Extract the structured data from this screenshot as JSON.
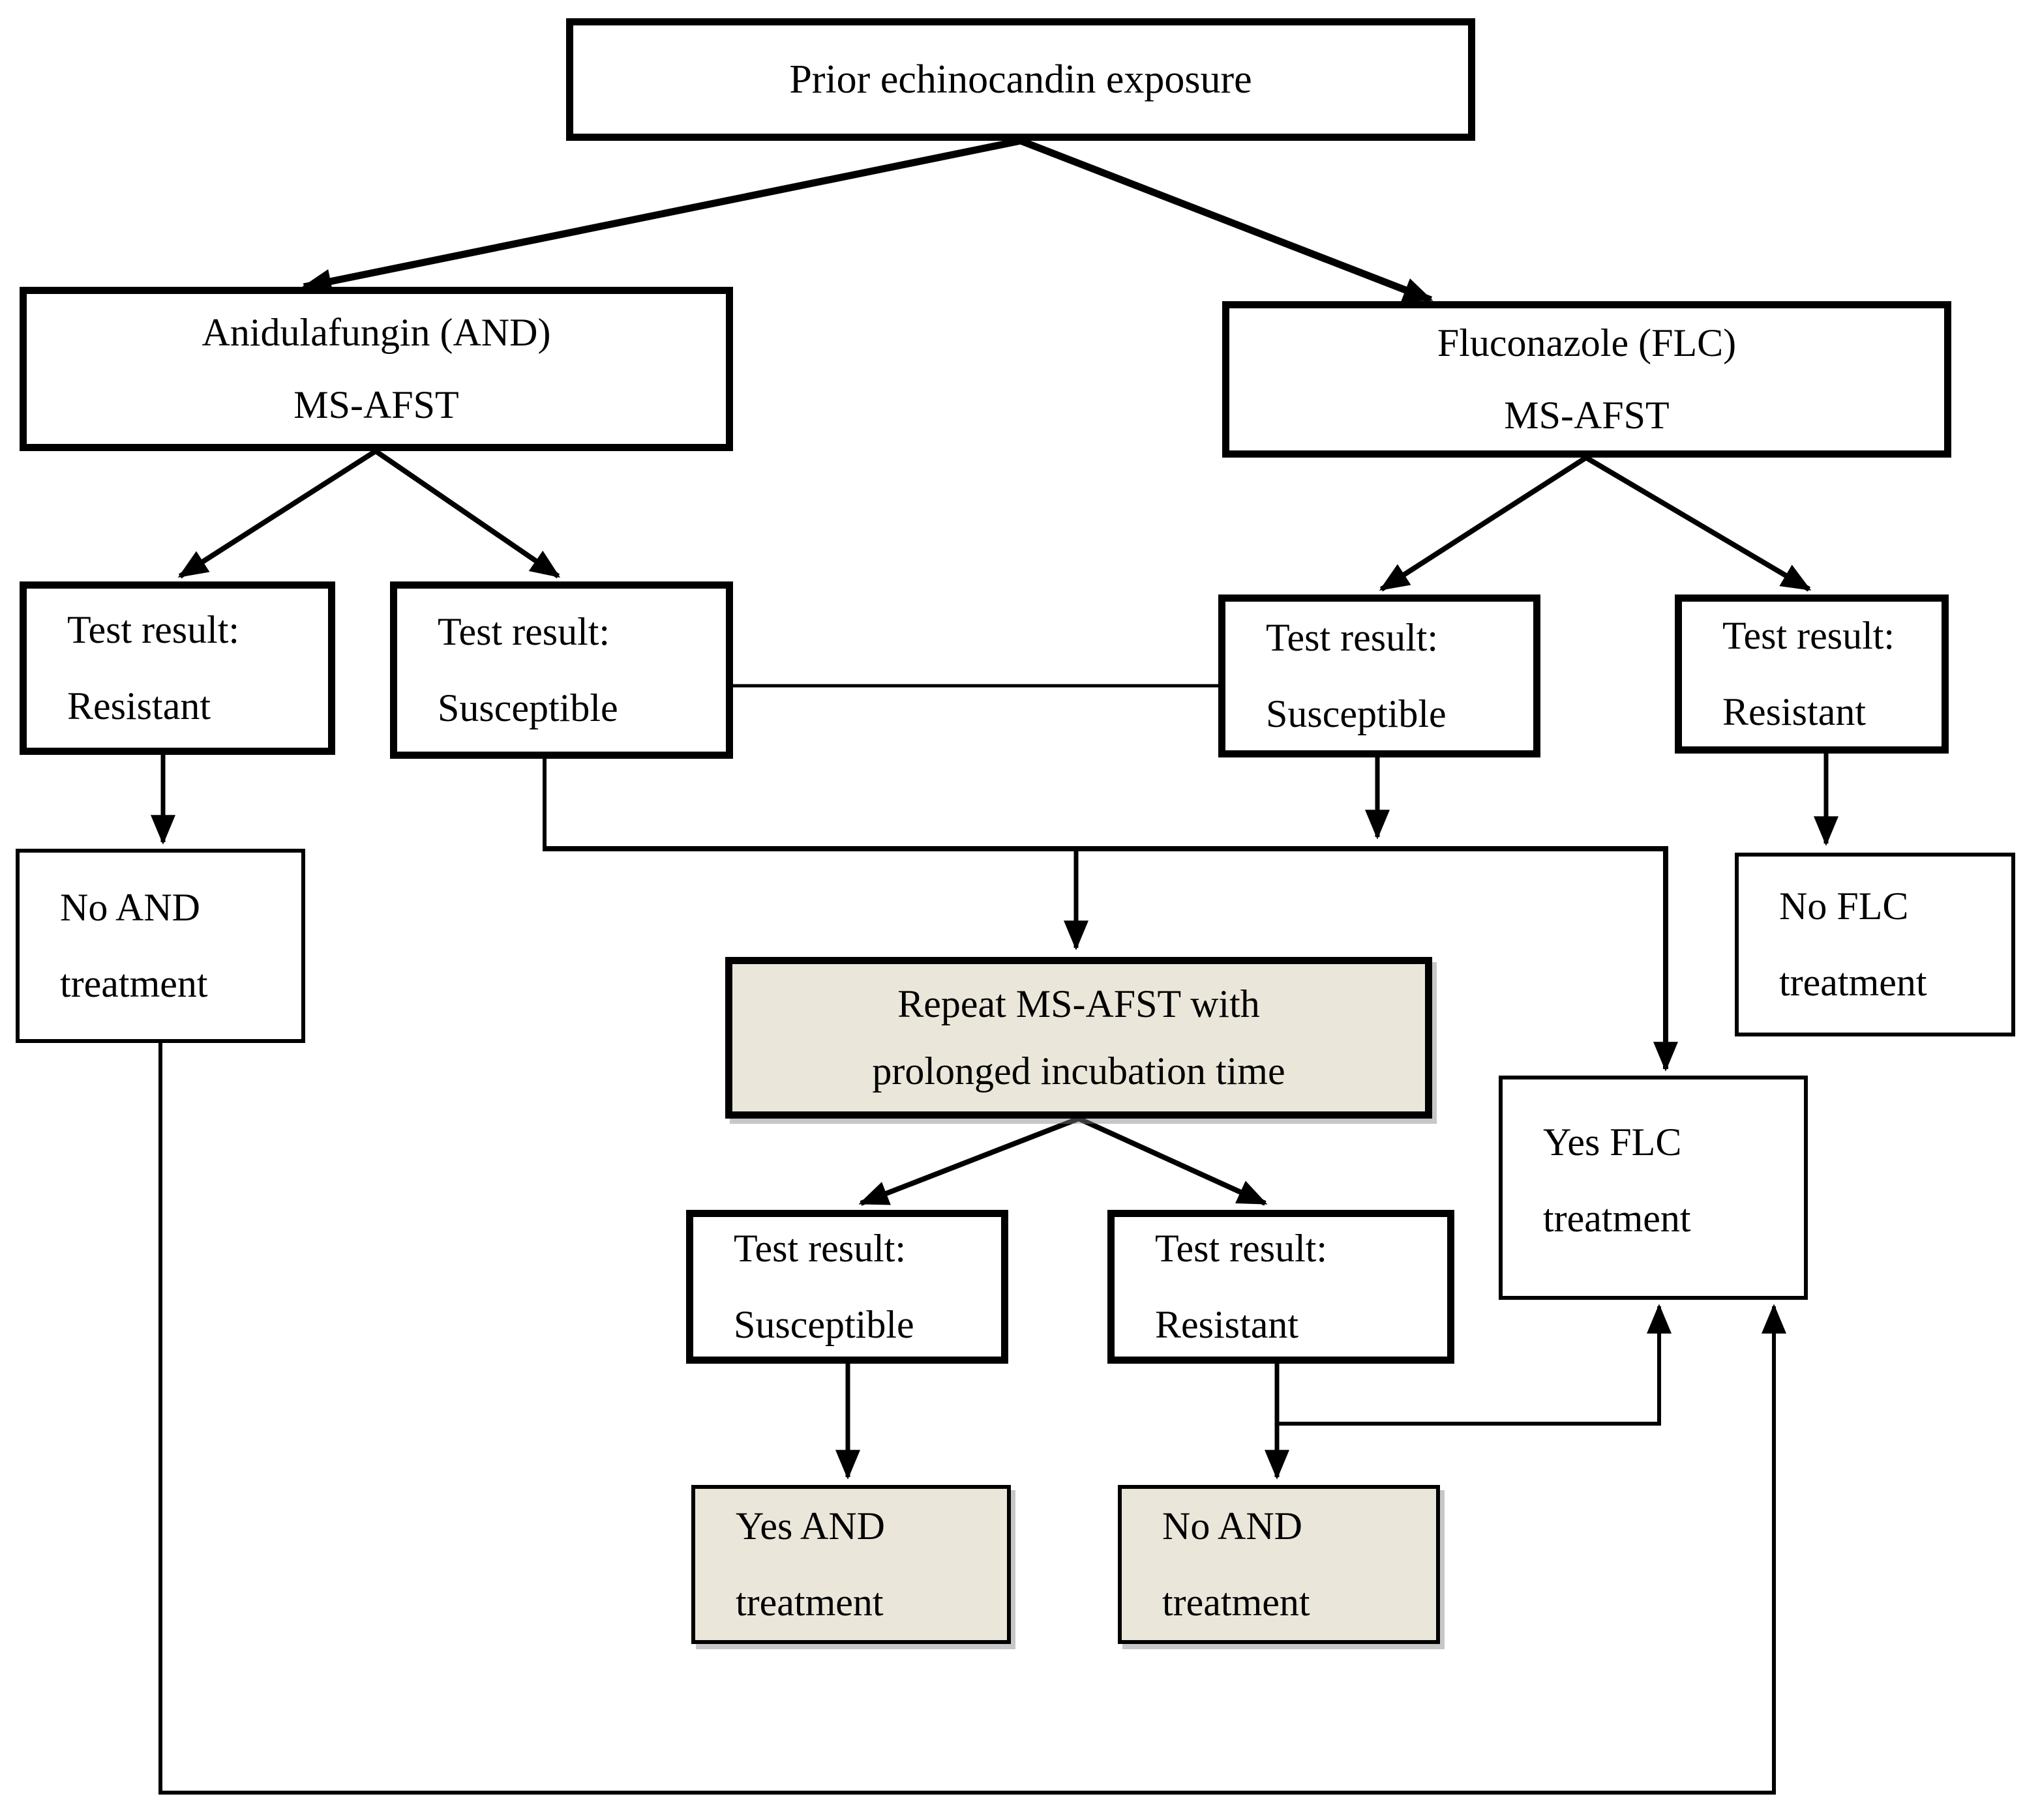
{
  "diagram": {
    "type": "flowchart",
    "topic": "MS-AFST antifungal susceptibility testing decision tree after prior echinocandin exposure",
    "colors": {
      "background": "#ffffff",
      "box_border": "#000000",
      "shaded_fill": "#eae6d9",
      "line": "#000000",
      "text": "#000000"
    },
    "nodes": {
      "prior_exposure": {
        "label": "Prior echinocandin exposure",
        "shaded": false
      },
      "and_msafst": {
        "label": "Anidulafungin (AND)\nMS-AFST",
        "shaded": false
      },
      "flc_msafst": {
        "label": "Fluconazole (FLC)\nMS-AFST",
        "shaded": false
      },
      "and_result_resistant": {
        "label": "Test result:\nResistant",
        "shaded": false
      },
      "and_result_susceptible": {
        "label": "Test result:\nSusceptible",
        "shaded": false
      },
      "flc_result_susceptible": {
        "label": "Test result:\nSusceptible",
        "shaded": false
      },
      "flc_result_resistant": {
        "label": "Test result:\nResistant",
        "shaded": false
      },
      "no_and_treatment": {
        "label": "No AND\ntreatment",
        "shaded": false
      },
      "no_flc_treatment": {
        "label": "No FLC\ntreatment",
        "shaded": false
      },
      "repeat_msafst": {
        "label": "Repeat MS-AFST with\nprolonged incubation time",
        "shaded": true
      },
      "yes_flc_treatment": {
        "label": "Yes FLC\ntreatment",
        "shaded": false
      },
      "repeat_result_susceptible": {
        "label": "Test result:\nSusceptible",
        "shaded": false
      },
      "repeat_result_resistant": {
        "label": "Test result:\nResistant",
        "shaded": false
      },
      "yes_and_treatment": {
        "label": "Yes AND\ntreatment",
        "shaded": true
      },
      "no_and_treatment_final": {
        "label": "No AND\ntreatment",
        "shaded": true
      }
    },
    "edges": [
      {
        "from": "prior_exposure",
        "to": "and_msafst",
        "arrow": true
      },
      {
        "from": "prior_exposure",
        "to": "flc_msafst",
        "arrow": true
      },
      {
        "from": "and_msafst",
        "to": "and_result_resistant",
        "arrow": true
      },
      {
        "from": "and_msafst",
        "to": "and_result_susceptible",
        "arrow": true
      },
      {
        "from": "flc_msafst",
        "to": "flc_result_susceptible",
        "arrow": true
      },
      {
        "from": "flc_msafst",
        "to": "flc_result_resistant",
        "arrow": true
      },
      {
        "from": "and_result_susceptible",
        "to": "flc_result_susceptible",
        "arrow": false
      },
      {
        "from": "and_result_resistant",
        "to": "no_and_treatment",
        "arrow": true
      },
      {
        "from": "flc_result_resistant",
        "to": "no_flc_treatment",
        "arrow": true
      },
      {
        "from": "and_result_susceptible",
        "to": "repeat_msafst",
        "arrow": true
      },
      {
        "from": "flc_result_susceptible",
        "to": "repeat_msafst",
        "arrow": true
      },
      {
        "from": "flc_result_susceptible",
        "to": "yes_flc_treatment",
        "arrow": true
      },
      {
        "from": "repeat_msafst",
        "to": "repeat_result_susceptible",
        "arrow": true
      },
      {
        "from": "repeat_msafst",
        "to": "repeat_result_resistant",
        "arrow": true
      },
      {
        "from": "repeat_result_susceptible",
        "to": "yes_and_treatment",
        "arrow": true
      },
      {
        "from": "repeat_result_resistant",
        "to": "no_and_treatment_final",
        "arrow": true
      },
      {
        "from": "repeat_result_resistant",
        "to": "yes_flc_treatment",
        "arrow": true
      },
      {
        "from": "no_and_treatment",
        "to": "yes_flc_treatment",
        "arrow": true
      }
    ]
  }
}
